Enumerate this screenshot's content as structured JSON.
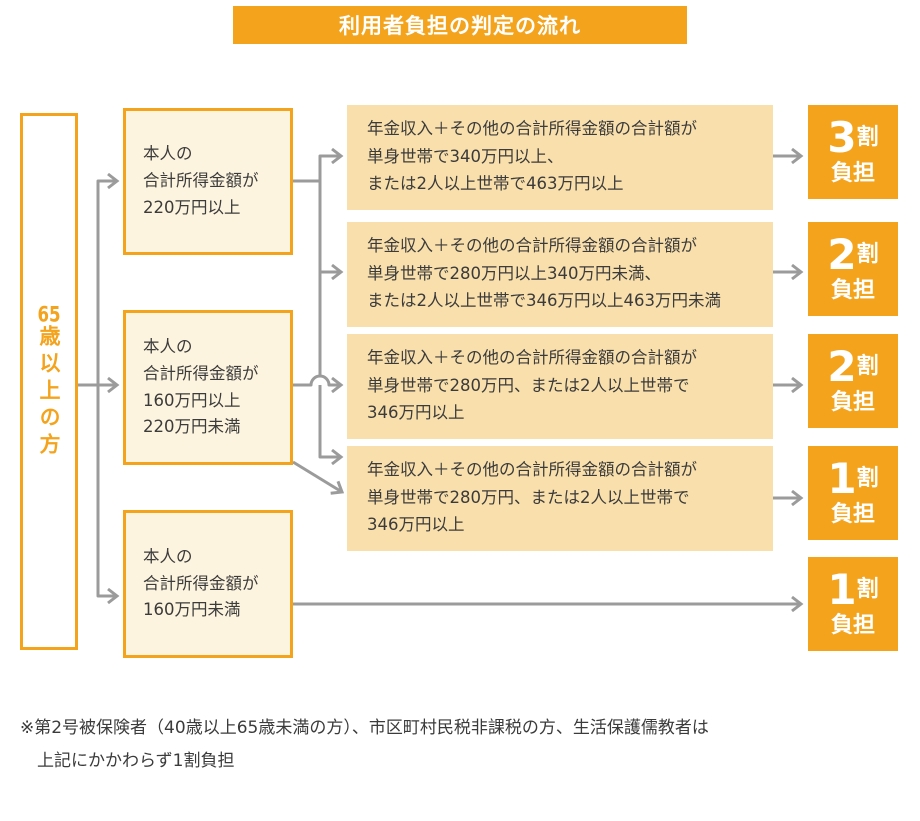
{
  "title": "利用者負担の判定の流れ",
  "age_box": {
    "number": "65",
    "text": "歳以上の方"
  },
  "income_boxes": [
    {
      "text": "本人の\n合計所得金額が\n220万円以上"
    },
    {
      "text": "本人の\n合計所得金額が\n160万円以上\n220万円未満"
    },
    {
      "text": "本人の\n合計所得金額が\n160万円未満"
    }
  ],
  "condition_boxes": [
    {
      "text": "年金収入＋その他の合計所得金額の合計額が\n単身世帯で340万円以上、\nまたは2人以上世帯で463万円以上"
    },
    {
      "text": "年金収入＋その他の合計所得金額の合計額が\n単身世帯で280万円以上340万円未満、\nまたは2人以上世帯で346万円以上463万円未満"
    },
    {
      "text": "年金収入＋その他の合計所得金額の合計額が\n単身世帯で280万円、または2人以上世帯で\n346万円以上"
    },
    {
      "text": "年金収入＋その他の合計所得金額の合計額が\n単身世帯で280万円、または2人以上世帯で\n346万円以上"
    }
  ],
  "result_boxes": [
    {
      "digit": "3",
      "unit": "割",
      "line2": "負担"
    },
    {
      "digit": "2",
      "unit": "割",
      "line2": "負担"
    },
    {
      "digit": "2",
      "unit": "割",
      "line2": "負担"
    },
    {
      "digit": "1",
      "unit": "割",
      "line2": "負担"
    },
    {
      "digit": "1",
      "unit": "割",
      "line2": "負担"
    }
  ],
  "note": {
    "line1": "※第2号被保険者（40歳以上65歳未満の方）、市区町村民税非課税の方、生活保護儒教者は",
    "line2": "上記にかかわらず1割負担"
  },
  "colors": {
    "orange": "#F4A31D",
    "income_box_fill": "#FDF4DF",
    "condition_box_fill": "#F8DFAC",
    "connector_gray": "#9B9B9B",
    "text": "#3B3B3B"
  }
}
